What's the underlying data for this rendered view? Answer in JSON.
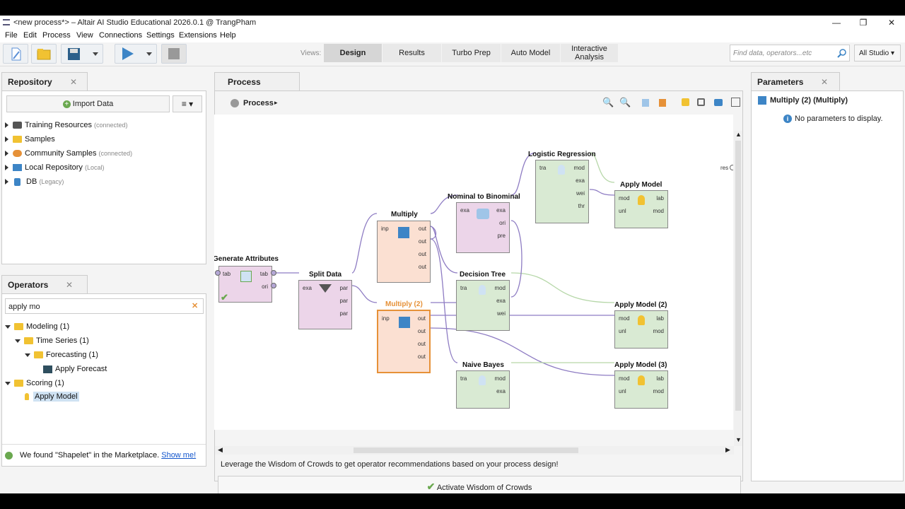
{
  "window": {
    "title": "<new process*> – Altair AI Studio Educational 2026.0.1 @ TrangPham"
  },
  "menu": [
    "File",
    "Edit",
    "Process",
    "View",
    "Connections",
    "Settings",
    "Extensions",
    "Help"
  ],
  "toolbar": {
    "views_label": "Views:",
    "views": [
      "Design",
      "Results",
      "Turbo Prep",
      "Auto Model",
      "Interactive\nAnalysis"
    ],
    "active_view": "Design",
    "search_placeholder": "Find data, operators...etc",
    "scope": "All Studio"
  },
  "repository": {
    "title": "Repository",
    "import_label": "Import Data",
    "items": [
      {
        "label": "Training Resources",
        "sub": "(connected)",
        "icon": "training-icon"
      },
      {
        "label": "Samples",
        "sub": "",
        "icon": "folder-icon"
      },
      {
        "label": "Community Samples",
        "sub": "(connected)",
        "icon": "community-icon"
      },
      {
        "label": "Local Repository",
        "sub": "(Local)",
        "icon": "monitor-icon"
      },
      {
        "label": "DB",
        "sub": "(Legacy)",
        "icon": "database-icon"
      }
    ]
  },
  "operators": {
    "title": "Operators",
    "search_value": "apply mo",
    "tree": [
      {
        "label": "Modeling (1)",
        "level": 0
      },
      {
        "label": "Time Series (1)",
        "level": 1
      },
      {
        "label": "Forecasting (1)",
        "level": 2
      },
      {
        "label": "Apply Forecast",
        "level": 3
      },
      {
        "label": "Scoring (1)",
        "level": 0
      },
      {
        "label": "Apply Model",
        "level": 1
      }
    ],
    "marketplace_text": "We found \"Shapelet\" in the Marketplace.",
    "marketplace_link": "Show me!"
  },
  "process": {
    "tab": "Process",
    "breadcrumb": "Process",
    "right_port": "res",
    "operators": [
      {
        "name": "Generate Attributes",
        "in": [
          "tab"
        ],
        "out": [
          "tab",
          "ori"
        ]
      },
      {
        "name": "Split Data",
        "in": [
          "exa"
        ],
        "out": [
          "par",
          "par",
          "par"
        ]
      },
      {
        "name": "Multiply",
        "in": [
          "inp"
        ],
        "out": [
          "out",
          "out",
          "out",
          "out"
        ]
      },
      {
        "name": "Multiply (2)",
        "in": [
          "inp"
        ],
        "out": [
          "out",
          "out",
          "out",
          "out"
        ]
      },
      {
        "name": "Nominal to Binominal",
        "in": [
          "exa"
        ],
        "out": [
          "exa",
          "ori",
          "pre"
        ]
      },
      {
        "name": "Logistic Regression",
        "in": [
          "tra"
        ],
        "out": [
          "mod",
          "exa",
          "wei",
          "thr"
        ]
      },
      {
        "name": "Decision Tree",
        "in": [
          "tra"
        ],
        "out": [
          "mod",
          "exa",
          "wei"
        ]
      },
      {
        "name": "Naive Bayes",
        "in": [
          "tra"
        ],
        "out": [
          "mod",
          "exa"
        ]
      },
      {
        "name": "Apply Model",
        "in": [
          "mod",
          "unl"
        ],
        "out": [
          "lab",
          "mod"
        ]
      },
      {
        "name": "Apply Model (2)",
        "in": [
          "mod",
          "unl"
        ],
        "out": [
          "lab",
          "mod"
        ]
      },
      {
        "name": "Apply Model (3)",
        "in": [
          "mod",
          "unl"
        ],
        "out": [
          "lab",
          "mod"
        ]
      }
    ],
    "wisdom_text": "Leverage the Wisdom of Crowds to get operator recommendations based on your process design!",
    "wisdom_button": "Activate Wisdom of Crowds"
  },
  "parameters": {
    "title": "Parameters",
    "selected": "Multiply (2) (Multiply)",
    "message": "No parameters to display."
  }
}
